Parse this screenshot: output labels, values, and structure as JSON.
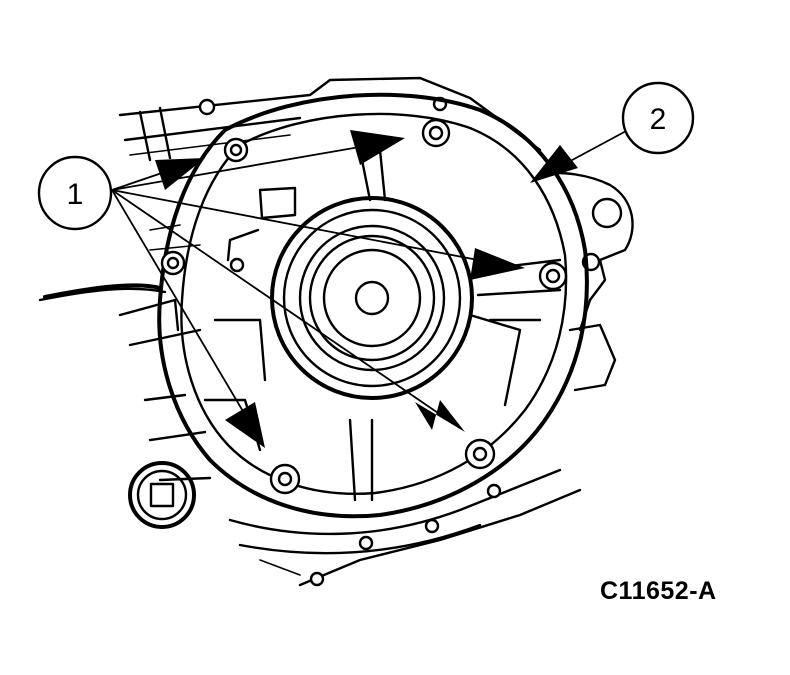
{
  "figure": {
    "id_label": "C11652-A"
  },
  "callouts": [
    {
      "number": "1"
    },
    {
      "number": "2"
    }
  ],
  "colors": {
    "ink": "#000000",
    "paper": "#ffffff"
  }
}
